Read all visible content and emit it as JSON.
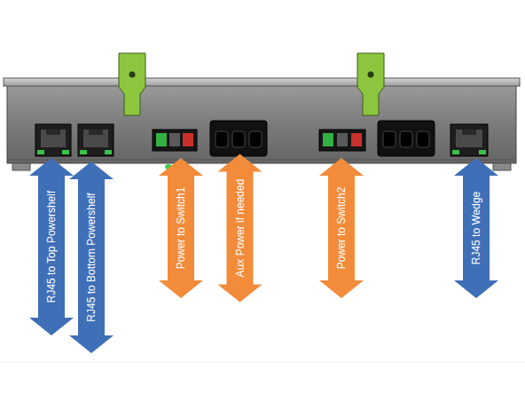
{
  "diagram": {
    "nodes": [
      {
        "text": [
          "RJ45 to Top Powershelf"
        ]
      },
      {
        "text": [
          "RJ45 to Bottom Powershelf"
        ]
      },
      {
        "text": [
          "Power to Switch1"
        ]
      },
      {
        "text": [
          "Aux Power if needed"
        ]
      },
      {
        "text": [
          "Power to Switch2"
        ]
      },
      {
        "text": [
          "RJ45 to Wedge"
        ]
      }
    ]
  }
}
